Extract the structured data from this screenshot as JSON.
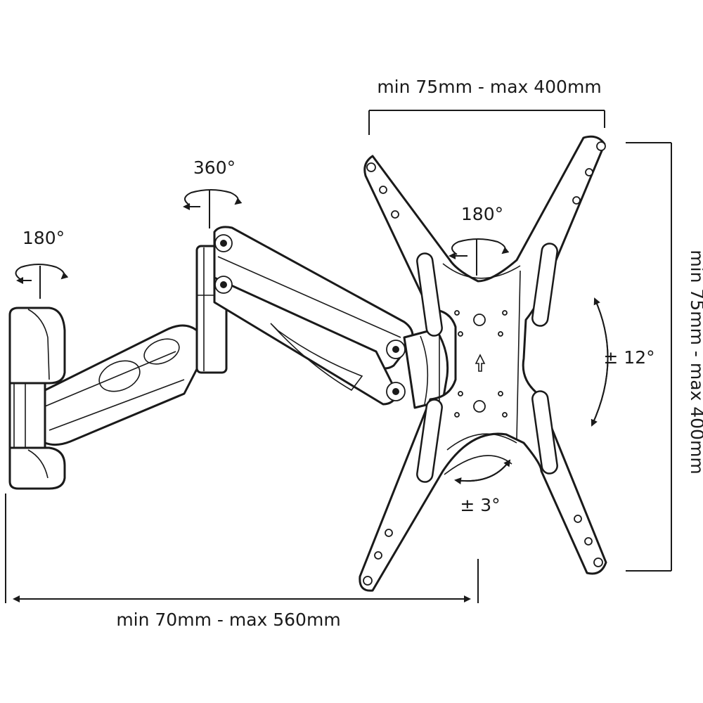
{
  "dimensions": {
    "plate_width": "min 75mm - max 400mm",
    "plate_height": "min 75mm - max 400mm",
    "arm_extension": "min 70mm - max 560mm"
  },
  "rotations": {
    "wall_swivel": "180°",
    "arm_joint": "360°",
    "plate_swivel": "180°",
    "tilt": "± 12°",
    "level_adjust": "± 3°"
  },
  "colors": {
    "line": "#1a1a1a",
    "background": "#ffffff"
  }
}
